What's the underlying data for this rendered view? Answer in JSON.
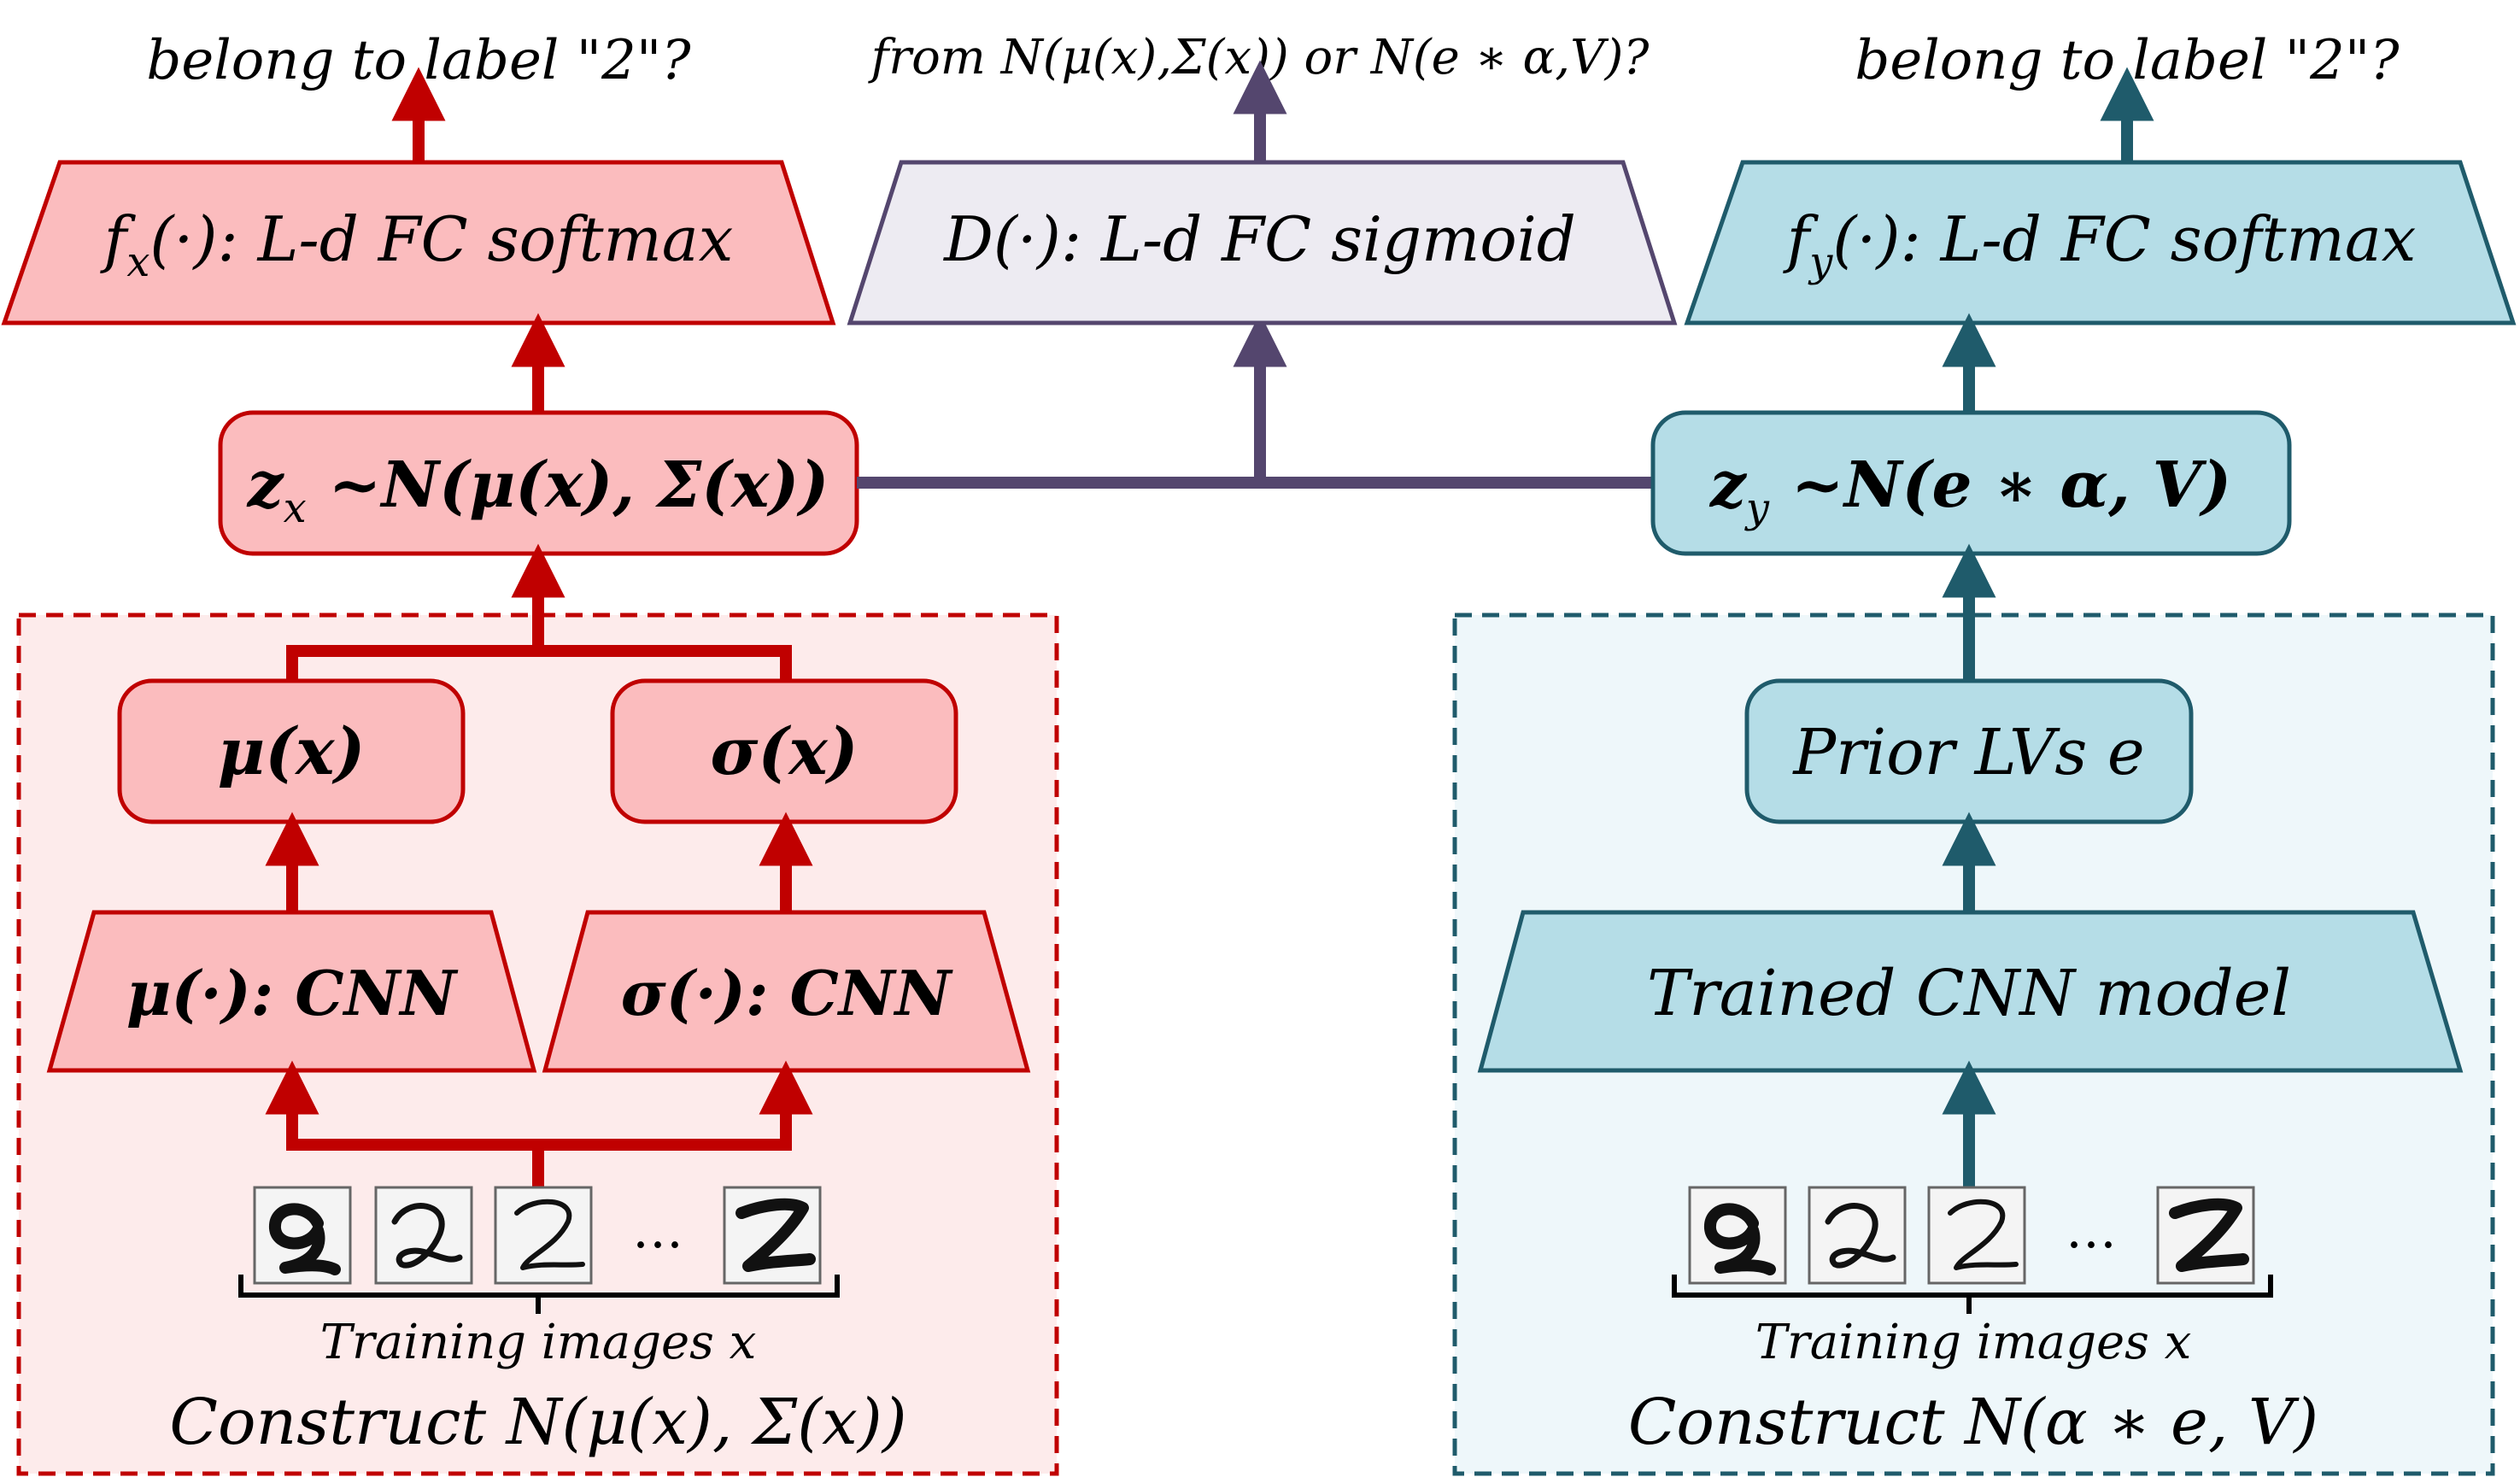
{
  "top": {
    "left_question": "belong to label \"2\"?",
    "mid_question": "from N(μ(x),Σ(x)) or N(e ∗ α,V)?",
    "right_question": "belong to label \"2\"?"
  },
  "left": {
    "fx_label": "fx(·): L-d  FC softmax",
    "fx_name": "f",
    "fx_sub": "x",
    "fx_rest": "(·): L-d  FC softmax",
    "zx_label": "zx ~N(μ(x), Σ(x))",
    "zx_name": "z",
    "zx_sub": "x",
    "zx_rest": " ~N(μ(x), Σ(x))",
    "mu_x": "μ(x)",
    "sigma_x": "σ(x)",
    "mu_cnn": "μ(·): CNN",
    "sigma_cnn": "σ(·): CNN",
    "ellipsis": "…",
    "training": "Training images x",
    "construct": "Construct N(μ(x), Σ(x))"
  },
  "middle": {
    "discriminator": "D(·): L-d  FC sigmoid"
  },
  "right": {
    "fy_label": "fy(·): L-d  FC softmax",
    "fy_name": "f",
    "fy_sub": "y",
    "fy_rest": "(·): L-d  FC softmax",
    "zy_label": "zy ~N(e ∗ α, V)",
    "zy_name": "z",
    "zy_sub": "y",
    "zy_rest": " ~N(e ∗ α, V)",
    "prior": "Prior LVs e",
    "trained_cnn": "Trained CNN model",
    "ellipsis": "…",
    "training": "Training images x",
    "construct": "Construct N(α ∗ e, V)"
  },
  "colors": {
    "red_stroke": "#c00000",
    "red_fill": "#fbbcbe",
    "red_region": "#fdebeb",
    "teal_stroke": "#1f5b6b",
    "teal_fill": "#b5dde7",
    "teal_region": "#eef7fa",
    "purple_stroke": "#54466e",
    "purple_fill": "#edebf2"
  }
}
